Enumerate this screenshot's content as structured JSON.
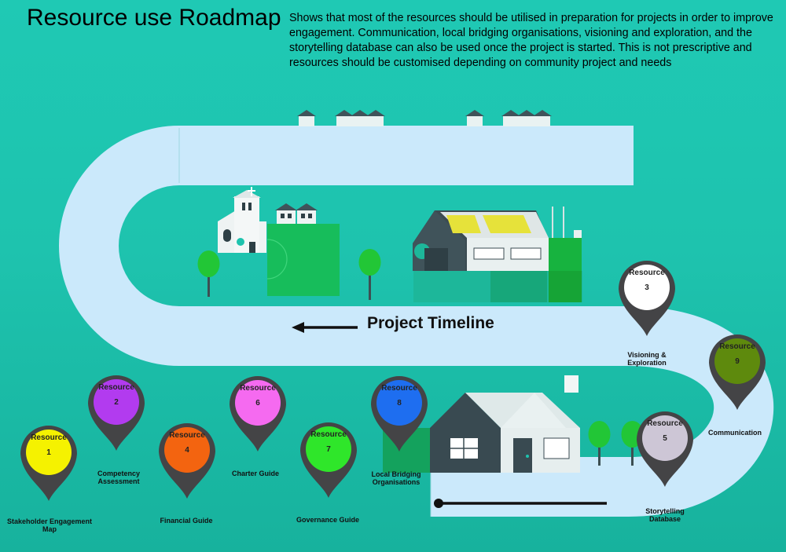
{
  "title": "Resource use Roadmap",
  "description": "Shows that most of the resources should be utilised in preparation for projects in order to improve engagement. Communication, local bridging organisations, visioning and exploration, and the storytelling database can also be used once the project is started. This is not prescriptive and resources should be customised depending on community project and needs",
  "timeline_label": "Project Timeline",
  "resources": [
    {
      "label": "Resource",
      "number": "1",
      "name": "Stakeholder Engagement Map",
      "color": "#f5f200"
    },
    {
      "label": "Resource",
      "number": "2",
      "name": "Competency Assessment",
      "color": "#b23bef"
    },
    {
      "label": "Resource",
      "number": "3",
      "name": "Visioning & Exploration",
      "color": "#ffffff"
    },
    {
      "label": "Resource",
      "number": "4",
      "name": "Financial Guide",
      "color": "#f36410"
    },
    {
      "label": "Resource",
      "number": "5",
      "name": "Storytelling Database",
      "color": "#cdc6d6"
    },
    {
      "label": "Resource",
      "number": "6",
      "name": "Charter Guide",
      "color": "#f56af0"
    },
    {
      "label": "Resource",
      "number": "7",
      "name": "Governance Guide",
      "color": "#2fe62a"
    },
    {
      "label": "Resource",
      "number": "8",
      "name": "Local Bridging Organisations",
      "color": "#1e6ef0"
    },
    {
      "label": "Resource",
      "number": "9",
      "name": "Communication",
      "color": "#5e8a0d"
    }
  ]
}
